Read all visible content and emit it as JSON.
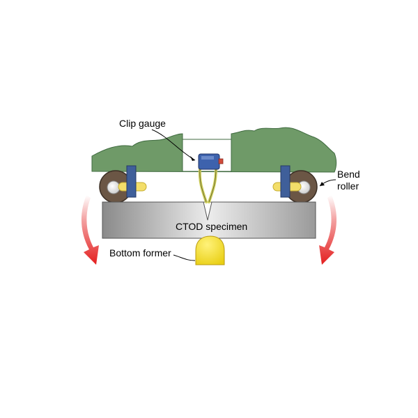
{
  "diagram": {
    "title": "CTOD bend test setup",
    "labels": {
      "clip_gauge": "Clip gauge",
      "bend_roller_line1": "Bend",
      "bend_roller_line2": "roller",
      "specimen": "CTOD specimen",
      "bottom_former": "Bottom former"
    },
    "colors": {
      "fixture_green": "#6f9a68",
      "fixture_outline": "#3f6a3f",
      "roller_brown": "#6b5645",
      "roller_hub": "#efefef",
      "pin_yellow": "#f3de6a",
      "clamp_blue": "#3f5f9a",
      "specimen_gray": "#cfcfcf",
      "former_yellow": "#f6e23c",
      "arrow_red": "#e41e1e",
      "gauge_blue": "#3d62ad",
      "gauge_olive": "#cfcf5a"
    }
  }
}
